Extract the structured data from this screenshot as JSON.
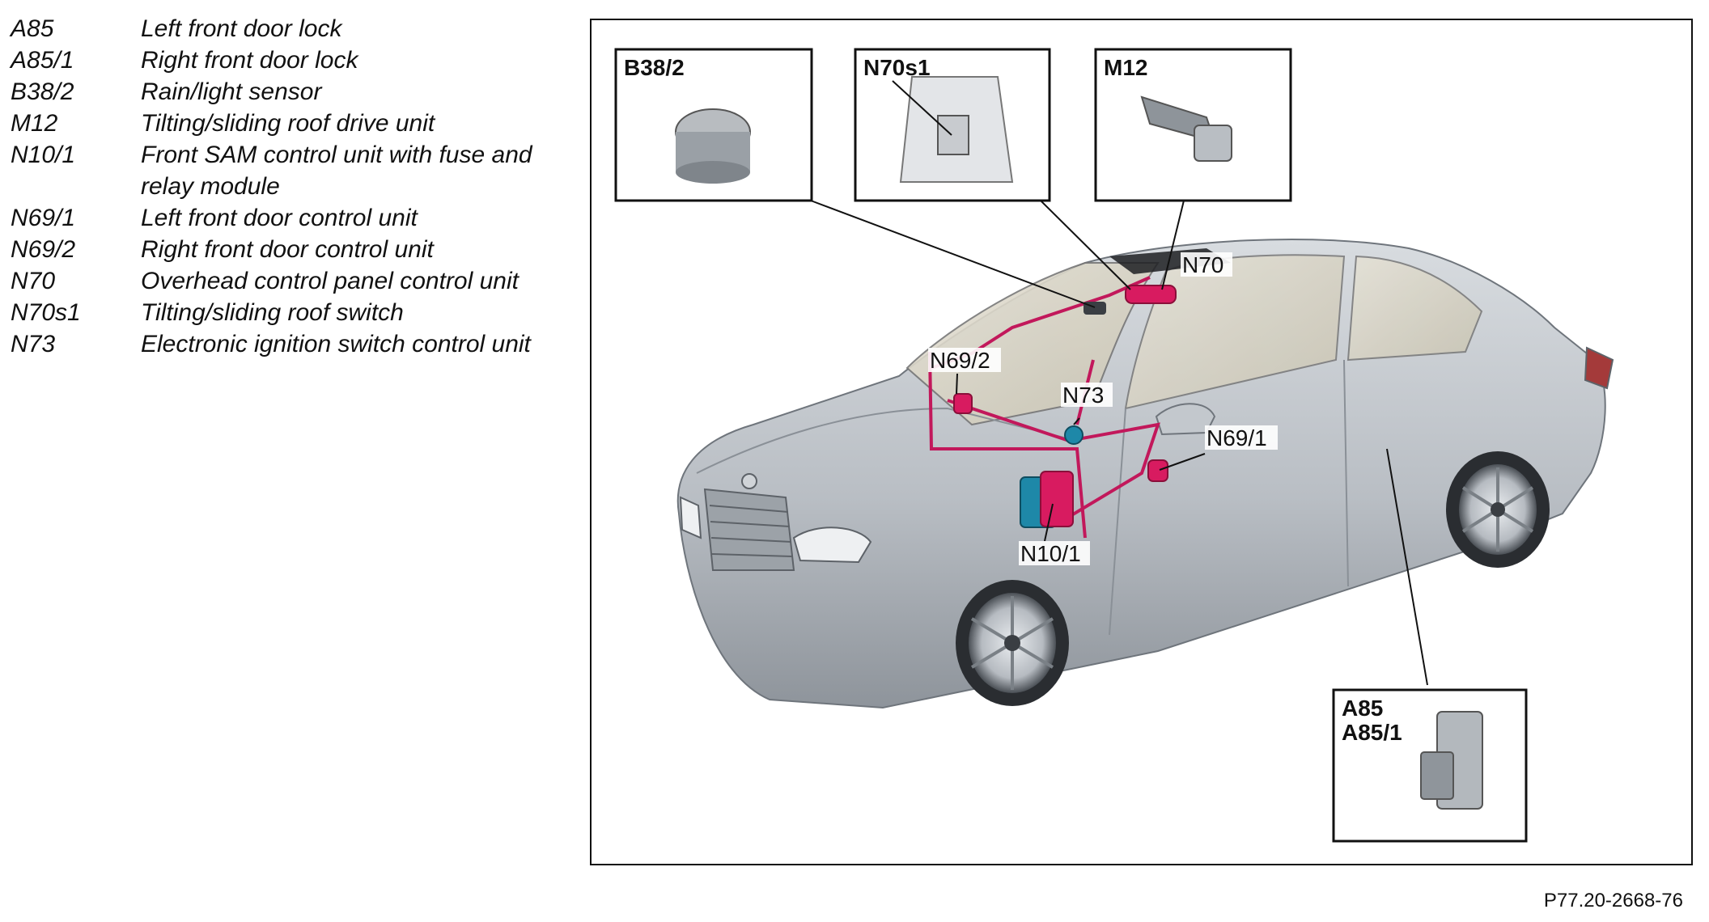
{
  "legend": [
    {
      "code": "A85",
      "desc": "Left front door lock"
    },
    {
      "code": "A85/1",
      "desc": "Right front door lock"
    },
    {
      "code": "B38/2",
      "desc": "Rain/light sensor"
    },
    {
      "code": "M12",
      "desc": "Tilting/sliding roof drive unit"
    },
    {
      "code": "N10/1",
      "desc": "Front SAM control unit with fuse and relay module"
    },
    {
      "code": "N69/1",
      "desc": "Left front door control unit"
    },
    {
      "code": "N69/2",
      "desc": "Right front door control unit"
    },
    {
      "code": "N70",
      "desc": "Overhead control panel control unit"
    },
    {
      "code": "N70s1",
      "desc": "Tilting/sliding roof switch"
    },
    {
      "code": "N73",
      "desc": "Electronic ignition switch control unit"
    }
  ],
  "figure": {
    "inset_labels": {
      "b38_2": "B38/2",
      "n70s1": "N70s1",
      "m12": "M12",
      "a85": "A85",
      "a85_1": "A85/1"
    },
    "callouts": {
      "n70": "N70",
      "n69_2": "N69/2",
      "n73": "N73",
      "n69_1": "N69/1",
      "n10_1": "N10/1"
    }
  },
  "figure_code": "P77.20-2668-76",
  "colors": {
    "wiring": "#c2185b",
    "component_magenta": "#d81b60",
    "component_blue": "#1e88a8",
    "car_body": "#b7bcc2"
  }
}
